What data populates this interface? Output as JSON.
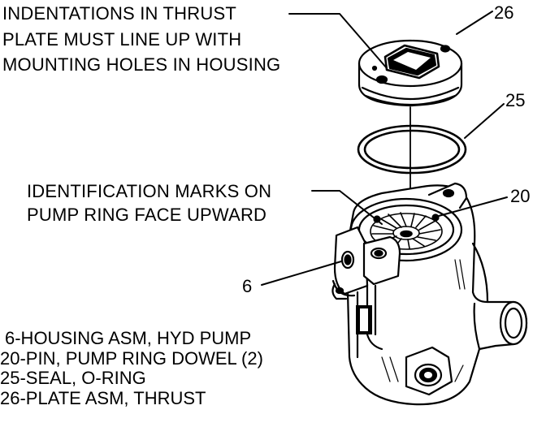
{
  "notes": {
    "thrust_plate": [
      "INDENTATIONS IN THRUST",
      "PLATE MUST LINE UP WITH",
      "MOUNTING HOLES IN HOUSING"
    ],
    "pump_ring": [
      "IDENTIFICATION MARKS ON",
      "PUMP RING FACE UPWARD"
    ]
  },
  "callouts": {
    "c26": "26",
    "c25": "25",
    "c20": "20",
    "c6": "6"
  },
  "legend": [
    "6-HOUSING ASM, HYD PUMP",
    "20-PIN, PUMP RING DOWEL (2)",
    "25-SEAL, O-RING",
    "26-PLATE ASM, THRUST"
  ]
}
